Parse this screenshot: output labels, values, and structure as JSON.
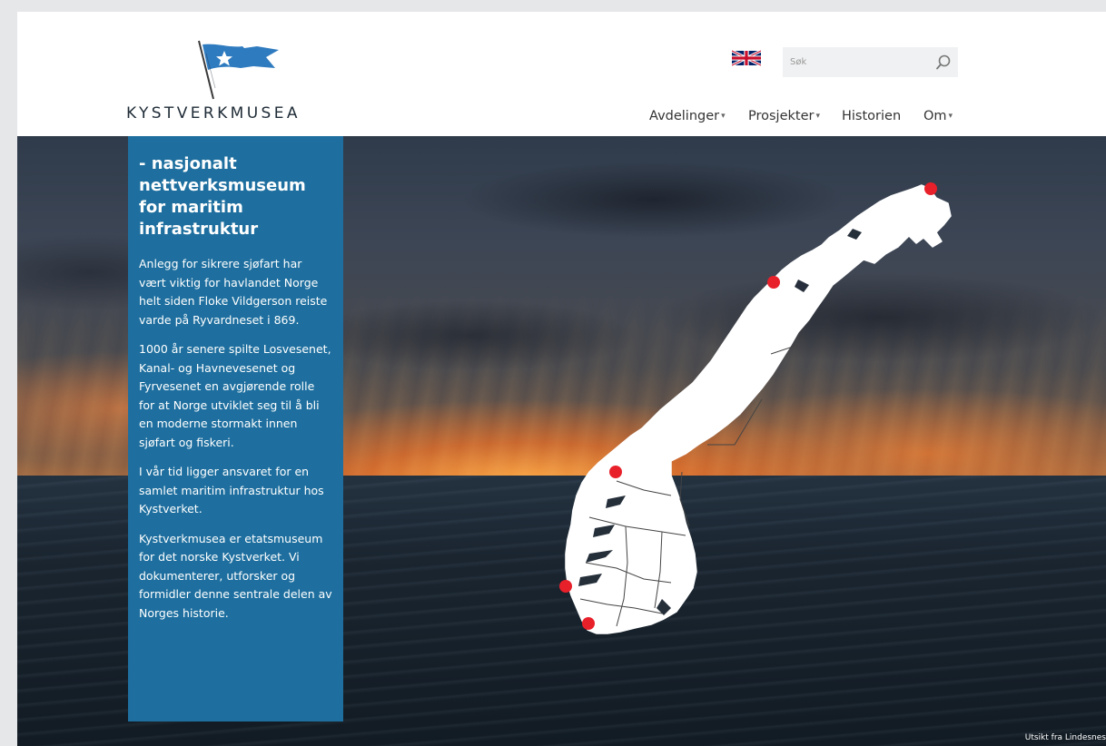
{
  "brand": {
    "name": "KYSTVERKMUSEA",
    "flag_color": "#2f7bbf"
  },
  "header": {
    "language_icon": "uk-flag-icon",
    "search": {
      "placeholder": "Søk",
      "value": "",
      "icon": "search-icon"
    },
    "nav": [
      {
        "label": "Avdelinger",
        "has_dropdown": true
      },
      {
        "label": "Prosjekter",
        "has_dropdown": true
      },
      {
        "label": "Historien",
        "has_dropdown": false
      },
      {
        "label": "Om",
        "has_dropdown": true
      }
    ],
    "dropdown_caret": "▾"
  },
  "hero": {
    "panel": {
      "title": "- nasjonalt nettverksmuseum for maritim infrastruktur",
      "paragraphs": [
        "Anlegg for sikrere sjøfart har vært viktig for havlandet Norge helt siden Floke Vildgerson reiste varde på Ryvardneset i 869.",
        "1000 år senere spilte Losvesenet, Kanal- og Havnevesenet og Fyrvesenet en avgjørende rolle for at Norge utviklet seg til å bli en moderne stormakt innen sjøfart og fiskeri.",
        "I vår tid ligger ansvaret for en samlet maritim infrastruktur hos Kystverket.",
        "Kystverkmusea er etatsmuseum for det norske Kystverket. Vi dokumenterer, utforsker og formidler denne sentrale delen av Norges historie."
      ],
      "background_color": "#1e6f9f"
    },
    "map": {
      "marker_color": "#e8202a",
      "marker_count": 5
    },
    "caption": "Utsikt fra Lindesnes"
  }
}
